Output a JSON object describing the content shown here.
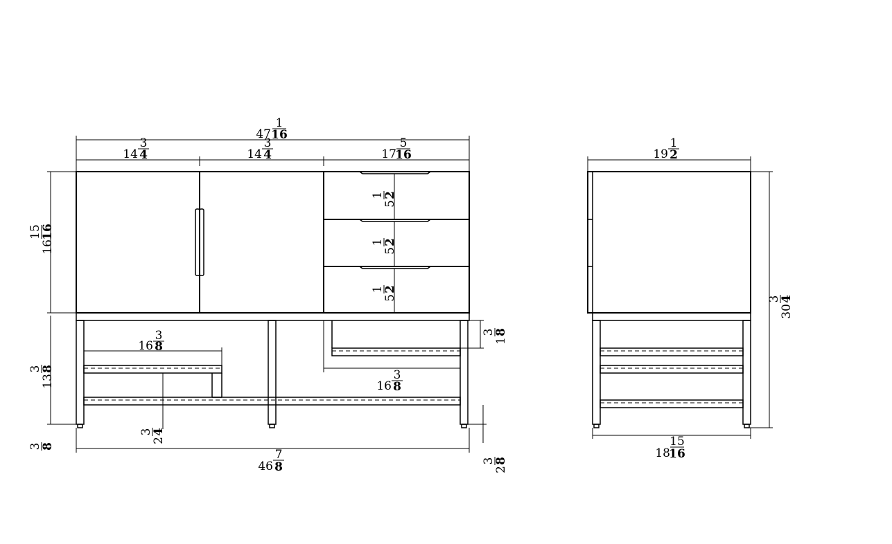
{
  "front_view": {
    "overall_width": {
      "whole": "47",
      "num": "1",
      "den": "16"
    },
    "left_door_width": {
      "whole": "14",
      "num": "3",
      "den": "4"
    },
    "right_door_width": {
      "whole": "14",
      "num": "3",
      "den": "4"
    },
    "drawer_column_width": {
      "whole": "17",
      "num": "5",
      "den": "16"
    },
    "cabinet_height": {
      "whole": "16",
      "num": "15",
      "den": "16"
    },
    "drawer_1_height": {
      "whole": "5",
      "num": "1",
      "den": "2"
    },
    "drawer_2_height": {
      "whole": "5",
      "num": "1",
      "den": "2"
    },
    "drawer_3_height": {
      "whole": "5",
      "num": "1",
      "den": "2"
    },
    "base_height": {
      "whole": "13",
      "num": "3",
      "den": "8"
    },
    "leg_foot_height": {
      "whole": "",
      "num": "3",
      "den": "8"
    },
    "left_shelf_width": {
      "whole": "16",
      "num": "3",
      "den": "8"
    },
    "right_shelf_width": {
      "whole": "16",
      "num": "3",
      "den": "8"
    },
    "right_shelf_drop": {
      "whole": "1",
      "num": "3",
      "den": "8"
    },
    "shelf_step_height": {
      "whole": "2",
      "num": "3",
      "den": "4"
    },
    "base_width": {
      "whole": "46",
      "num": "7",
      "den": "8"
    },
    "foot_offset": {
      "whole": "2",
      "num": "3",
      "den": "8"
    }
  },
  "side_view": {
    "depth_top": {
      "whole": "19",
      "num": "1",
      "den": "2"
    },
    "overall_height": {
      "whole": "30",
      "num": "3",
      "den": "4"
    },
    "base_depth": {
      "whole": "18",
      "num": "15",
      "den": "16"
    }
  }
}
